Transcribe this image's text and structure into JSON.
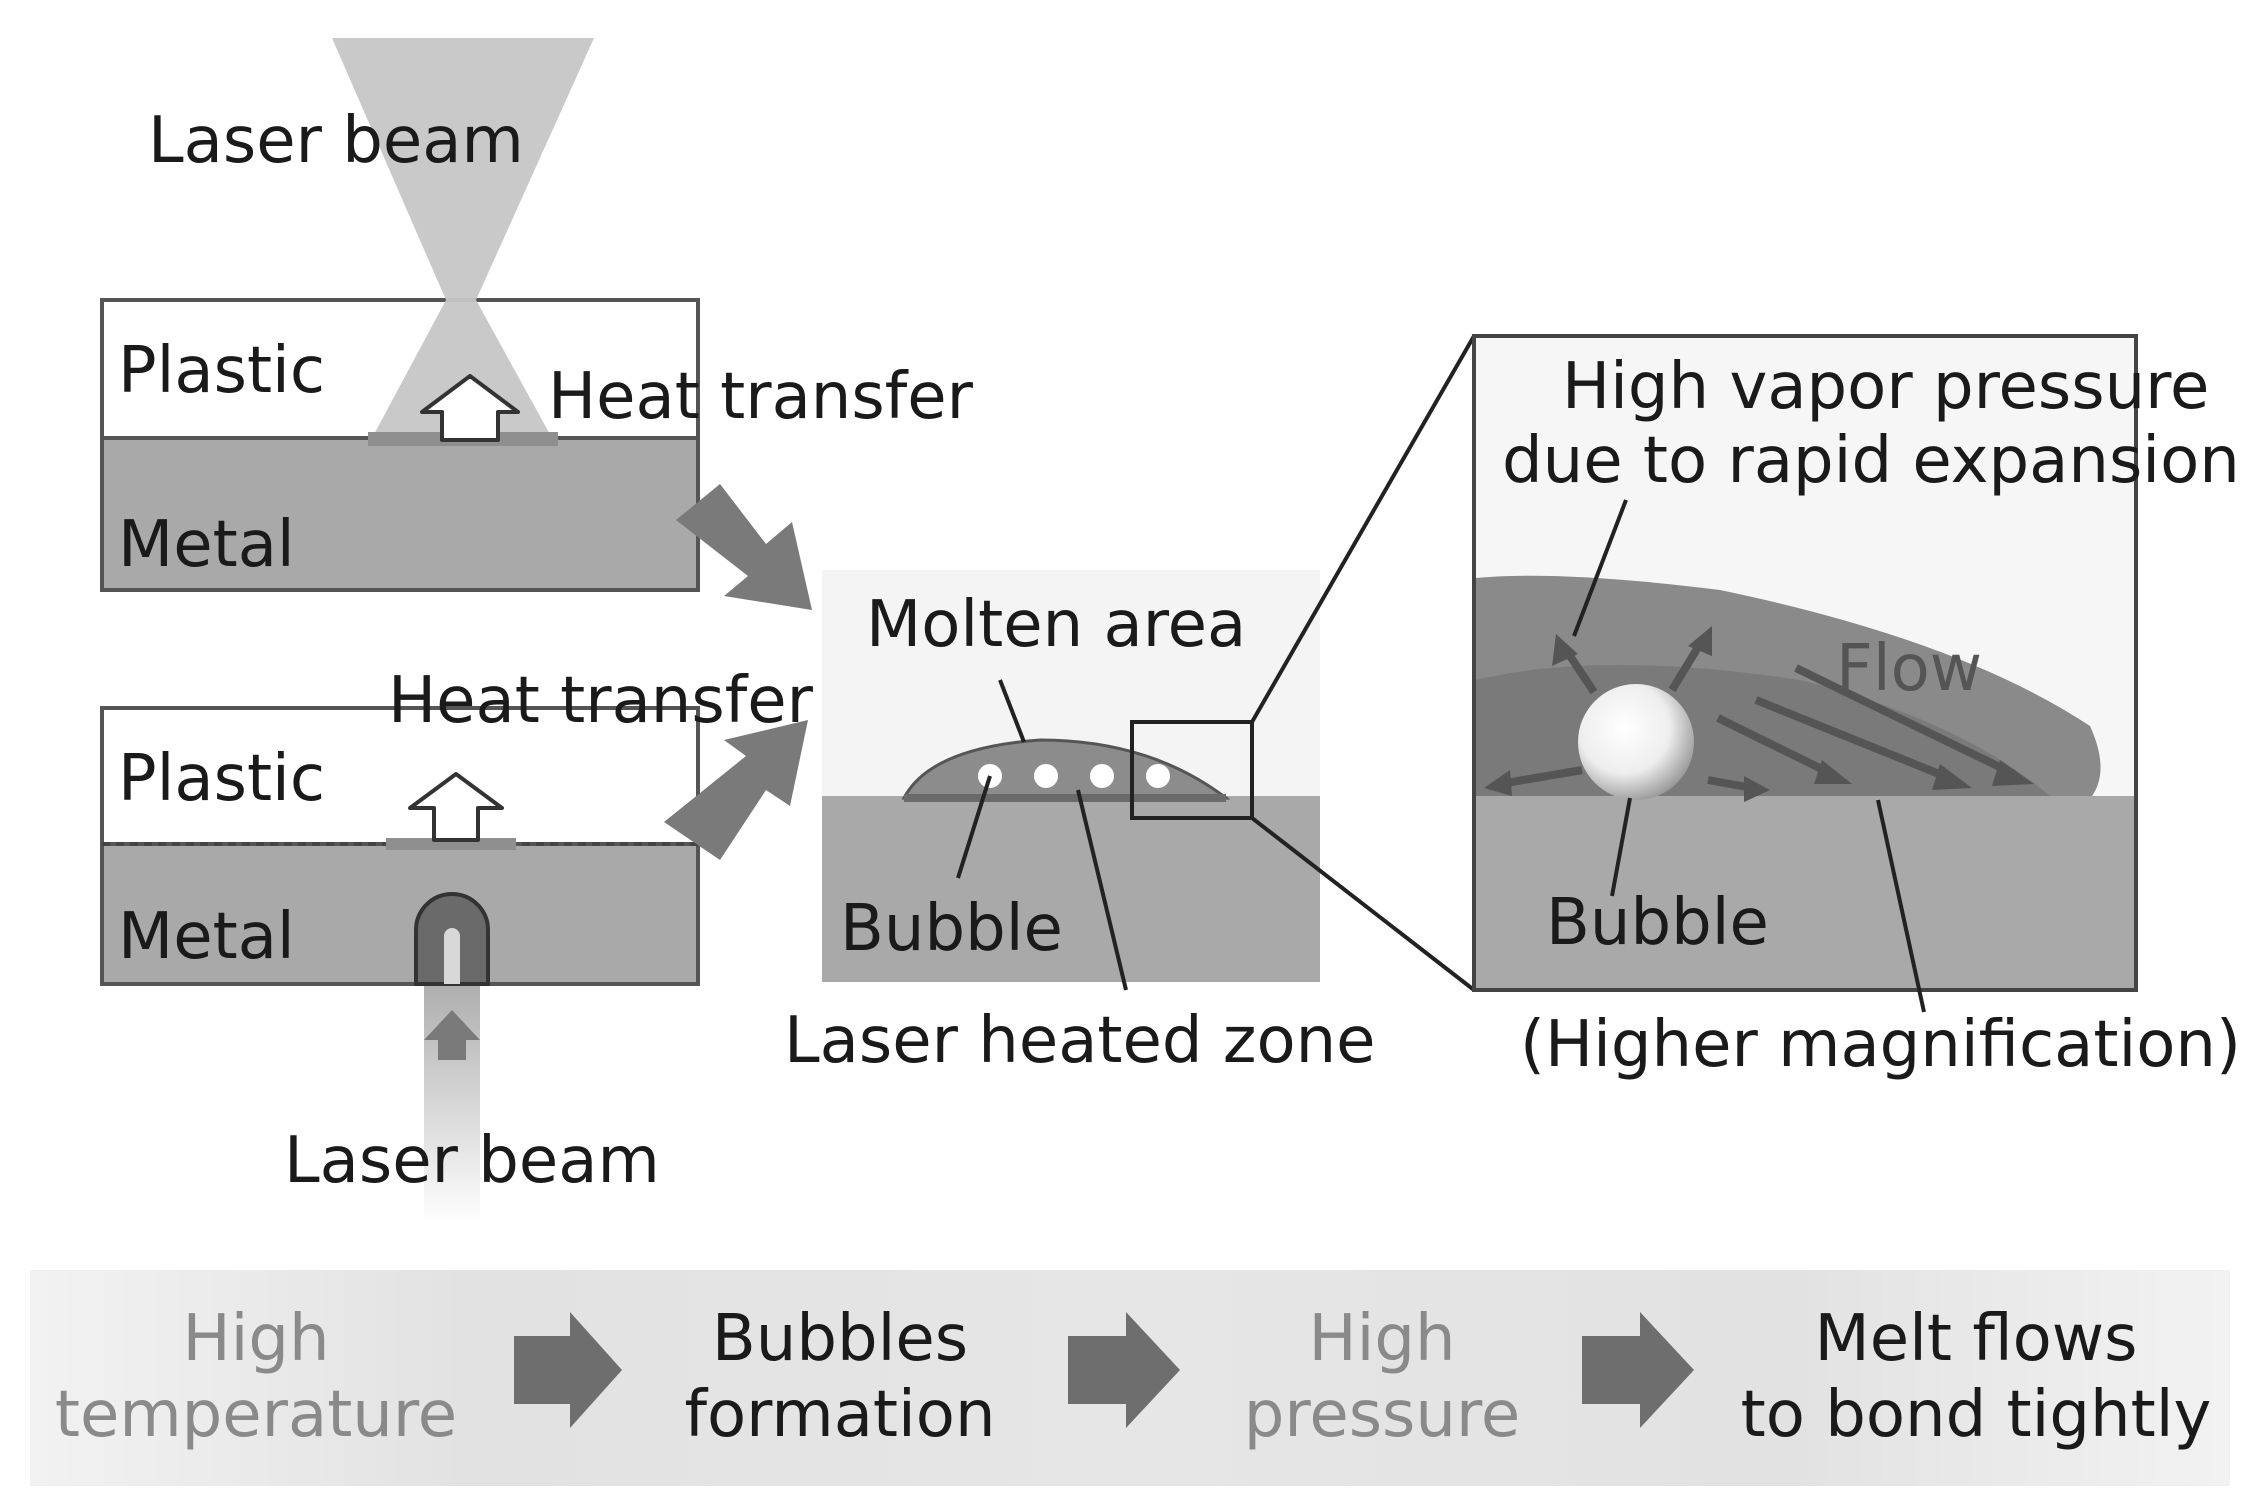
{
  "top_panel": {
    "laser_label": "Laser beam",
    "plastic_label": "Plastic",
    "metal_label": "Metal",
    "heat_label": "Heat transfer"
  },
  "bottom_panel": {
    "laser_label": "Laser beam",
    "plastic_label": "Plastic",
    "metal_label": "Metal",
    "heat_label": "Heat transfer"
  },
  "center_panel": {
    "molten_label": "Molten area",
    "bubble_label": "Bubble",
    "zone_label": "Laser heated zone"
  },
  "zoom_panel": {
    "pressure_line1": "High vapor pressure",
    "pressure_line2": "due to rapid expansion",
    "flow_label": "Flow",
    "bubble_label": "Bubble",
    "caption": "(Higher magnification)"
  },
  "process_flow": [
    {
      "line1": "High",
      "line2": "temperature"
    },
    {
      "line1": "Bubbles",
      "line2": "formation"
    },
    {
      "line1": "High",
      "line2": "pressure"
    },
    {
      "line1": "Melt flows",
      "line2": "to bond tightly"
    }
  ],
  "colors": {
    "metal": "#a9a9a9",
    "beam": "#c6c6c6",
    "arrow": "#7a7a7a",
    "flow_band": "#e3e3e3"
  }
}
